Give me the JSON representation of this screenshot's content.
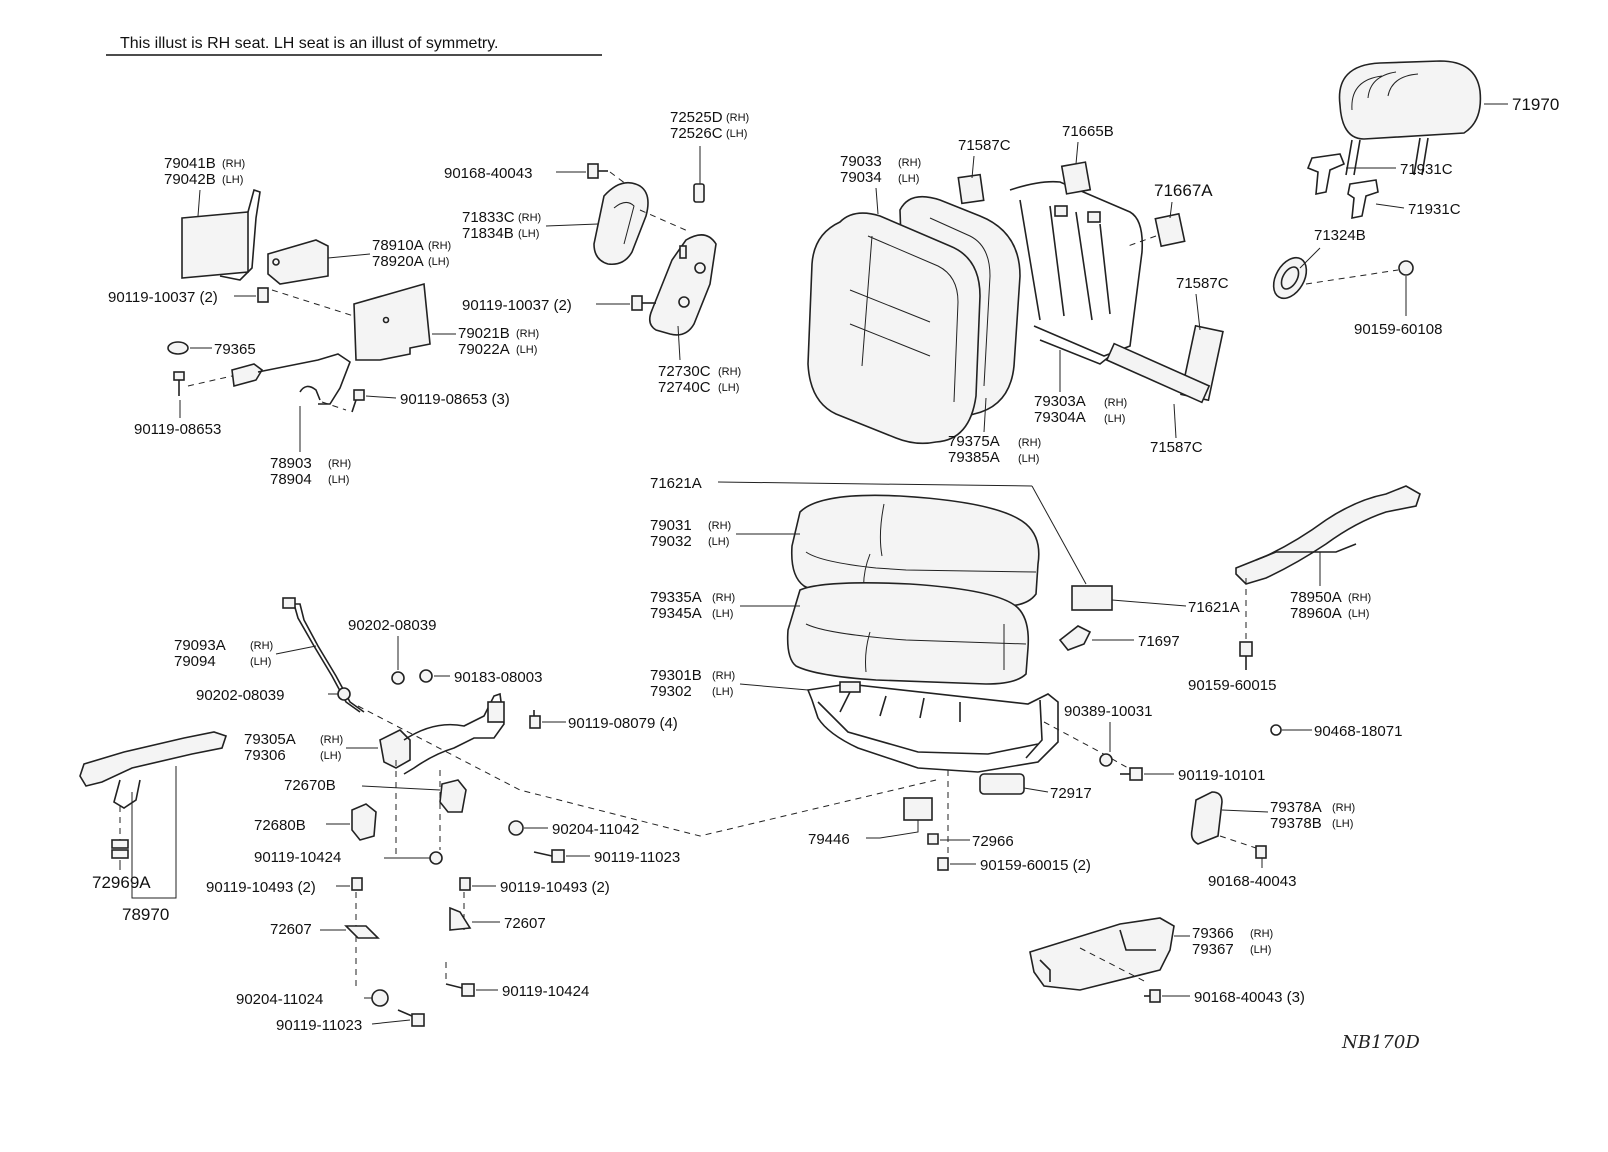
{
  "header_note": "This illust is RH seat. LH seat is an illust of symmetry.",
  "drawing_code": "NB170D",
  "labels": {
    "p71970": "71970",
    "p71931c_a": "71931C",
    "p71931c_b": "71931C",
    "p71324b": "71324B",
    "p90159_60108": "90159-60108",
    "p71667a": "71667A",
    "p71665b": "71665B",
    "p71587c_top": "71587C",
    "p71587c_mid": "71587C",
    "p71587c_bot": "71587C",
    "p79033": "79033",
    "p79034": "79034",
    "p79303a": "79303A",
    "p79304a": "79304A",
    "p79375a": "79375A",
    "p79385a": "79385A",
    "p72525d": "72525D",
    "p72526c": "72526C",
    "p90168_40043_top": "90168-40043",
    "p71833c": "71833C",
    "p71834b": "71834B",
    "p90119_10037_mid": "90119-10037 (2)",
    "p72730c": "72730C",
    "p72740c": "72740C",
    "p79041b": "79041B",
    "p79042b": "79042B",
    "p78910a": "78910A",
    "p78920a": "78920A",
    "p90119_10037_left": "90119-10037 (2)",
    "p79021b": "79021B",
    "p79022a": "79022A",
    "p79365": "79365",
    "p90119_08653_3": "90119-08653 (3)",
    "p90119_08653": "90119-08653",
    "p78903": "78903",
    "p78904": "78904",
    "p71621a_top": "71621A",
    "p71621a_right": "71621A",
    "p79031": "79031",
    "p79032": "79032",
    "p79335a": "79335A",
    "p79345a": "79345A",
    "p79301b": "79301B",
    "p79302": "79302",
    "p71697": "71697",
    "p78950a": "78950A",
    "p78960a": "78960A",
    "p90159_60015": "90159-60015",
    "p90389_10031": "90389-10031",
    "p90468_18071": "90468-18071",
    "p90119_10101": "90119-10101",
    "p72917": "72917",
    "p79446": "79446",
    "p72966": "72966",
    "p90159_60015_2": "90159-60015 (2)",
    "p79378a": "79378A",
    "p79378b": "79378B",
    "p90168_40043_mid": "90168-40043",
    "p79366": "79366",
    "p79367": "79367",
    "p90168_40043_3": "90168-40043 (3)",
    "p90202_08039_top": "90202-08039",
    "p90183_08003": "90183-08003",
    "p90202_08039_left": "90202-08039",
    "p79093a": "79093A",
    "p79094": "79094",
    "p90119_08079": "90119-08079 (4)",
    "p79305a": "79305A",
    "p79306": "79306",
    "p72670b": "72670B",
    "p72680b": "72680B",
    "p90204_11042": "90204-11042",
    "p90119_11023_mid": "90119-11023",
    "p90119_10424_top": "90119-10424",
    "p90119_10493_left": "90119-10493 (2)",
    "p90119_10493_right": "90119-10493 (2)",
    "p72607_left": "72607",
    "p72607_right": "72607",
    "p90119_10424_bot": "90119-10424",
    "p90204_11024": "90204-11024",
    "p90119_11023_bot": "90119-11023",
    "p72969a": "72969A",
    "p78970": "78970"
  },
  "side_tags": {
    "rh": "(RH)",
    "lh": "(LH)"
  }
}
